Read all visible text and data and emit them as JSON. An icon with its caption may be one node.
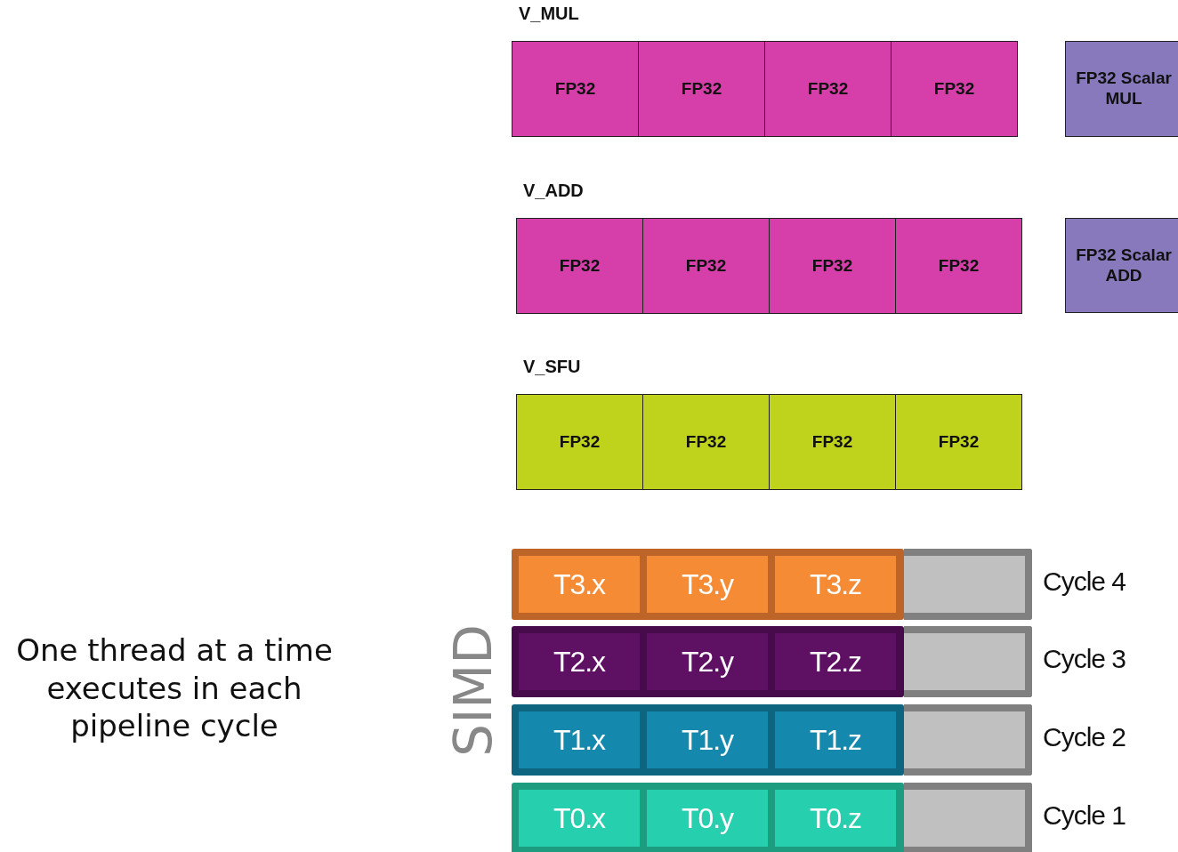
{
  "diagram": {
    "nodes": [
      {
        "text": [
          "V_MUL"
        ]
      },
      {
        "text": [
          "FP32"
        ],
        "in": 0
      },
      {
        "text": [
          "FP32"
        ],
        "in": 0
      },
      {
        "text": [
          "FP32"
        ],
        "in": 0
      },
      {
        "text": [
          "FP32"
        ],
        "in": 0
      },
      {
        "text": [
          "FP32 Scalar MUL"
        ]
      },
      {
        "text": [
          "V_ADD"
        ]
      },
      {
        "text": [
          "FP32"
        ],
        "in": 6
      },
      {
        "text": [
          "FP32"
        ],
        "in": 6
      },
      {
        "text": [
          "FP32"
        ],
        "in": 6
      },
      {
        "text": [
          "FP32"
        ],
        "in": 6
      },
      {
        "text": [
          "FP32 Scalar ADD"
        ]
      },
      {
        "text": [
          "V_SFU"
        ]
      },
      {
        "text": [
          "FP32"
        ],
        "in": 12
      },
      {
        "text": [
          "FP32"
        ],
        "in": 12
      },
      {
        "text": [
          "FP32"
        ],
        "in": 12
      },
      {
        "text": [
          "FP32"
        ],
        "in": 12
      },
      {
        "text": [],
        "shape": "bar"
      },
      {
        "text": [
          "T3.x"
        ],
        "in": 17
      },
      {
        "text": [
          "T3.y"
        ],
        "in": 17
      },
      {
        "text": [
          "T3.z"
        ],
        "in": 17
      },
      {
        "text": [],
        "shape": "box",
        "beside": [
          "Cycle 4"
        ]
      },
      {
        "text": [],
        "shape": "bar"
      },
      {
        "text": [
          "T2.x"
        ],
        "in": 22
      },
      {
        "text": [
          "T2.y"
        ],
        "in": 22
      },
      {
        "text": [
          "T2.z"
        ],
        "in": 22
      },
      {
        "text": [],
        "shape": "box",
        "beside": [
          "Cycle 3"
        ]
      },
      {
        "text": [],
        "shape": "bar"
      },
      {
        "text": [
          "T1.x"
        ],
        "in": 27
      },
      {
        "text": [
          "T1.y"
        ],
        "in": 27
      },
      {
        "text": [
          "T1.z"
        ],
        "in": 27
      },
      {
        "text": [],
        "shape": "box",
        "beside": [
          "Cycle 2"
        ]
      },
      {
        "text": [],
        "shape": "bar"
      },
      {
        "text": [
          "T0.x"
        ],
        "in": 32
      },
      {
        "text": [
          "T0.y"
        ],
        "in": 32
      },
      {
        "text": [
          "T0.z"
        ],
        "in": 32
      },
      {
        "text": [],
        "shape": "box",
        "beside": [
          "Cycle 1"
        ]
      }
    ],
    "edges": [],
    "labels": [
      "One thread at a time executes in each pipeline cycle",
      "SIMD"
    ]
  }
}
